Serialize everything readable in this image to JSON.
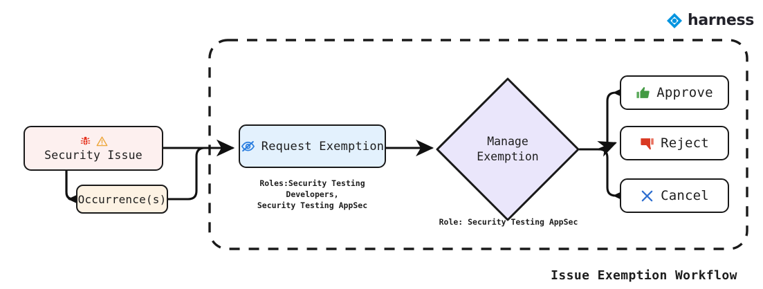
{
  "brand": {
    "name": "harness",
    "logo_icon": "harness-diamond-logo-icon",
    "color": "#0094e0"
  },
  "diagram": {
    "title": "Issue Exemption Workflow",
    "container": {
      "name": "exemption-scope-boundary",
      "border_style": "dashed",
      "border_color": "#1a1a1a"
    },
    "nodes": [
      {
        "id": "security-issue",
        "label": "Security Issue",
        "shape": "rounded-rect",
        "fill": "#fdf0ef",
        "stroke": "#191919",
        "icons": [
          "bug-icon",
          "warning-triangle-icon"
        ]
      },
      {
        "id": "occurrences",
        "label": "Occurrence(s)",
        "shape": "rounded-rect",
        "fill": "#fdf2e3",
        "stroke": "#191919",
        "icons": []
      },
      {
        "id": "request-exemption",
        "label": "Request Exemption",
        "shape": "rounded-rect",
        "fill": "#e3f1fd",
        "stroke": "#191919",
        "icons": [
          "eye-off-icon"
        ],
        "annotation": "Roles:Security Testing Developers,\nSecurity Testing AppSec"
      },
      {
        "id": "manage-exemption",
        "label": "Manage\nExemption",
        "shape": "diamond",
        "fill": "#eae6fb",
        "stroke": "#191919",
        "icons": [],
        "annotation": "Role: Security Testing AppSec"
      },
      {
        "id": "approve",
        "label": "Approve",
        "shape": "rounded-rect",
        "fill": "#ffffff",
        "stroke": "#191919",
        "icons": [
          "thumbs-up-icon"
        ],
        "icon_color": "#439a43"
      },
      {
        "id": "reject",
        "label": "Reject",
        "shape": "rounded-rect",
        "fill": "#ffffff",
        "stroke": "#191919",
        "icons": [
          "thumbs-down-icon"
        ],
        "icon_color": "#d93922"
      },
      {
        "id": "cancel",
        "label": "Cancel",
        "shape": "rounded-rect",
        "fill": "#ffffff",
        "stroke": "#191919",
        "icons": [
          "close-x-icon"
        ],
        "icon_color": "#2f6fd0"
      }
    ],
    "edges": [
      {
        "from": "security-issue",
        "to": "request-exemption"
      },
      {
        "from": "security-issue",
        "to": "occurrences"
      },
      {
        "from": "occurrences",
        "to": "request-exemption"
      },
      {
        "from": "request-exemption",
        "to": "manage-exemption"
      },
      {
        "from": "manage-exemption",
        "to": "approve"
      },
      {
        "from": "manage-exemption",
        "to": "reject"
      },
      {
        "from": "manage-exemption",
        "to": "cancel"
      }
    ]
  }
}
